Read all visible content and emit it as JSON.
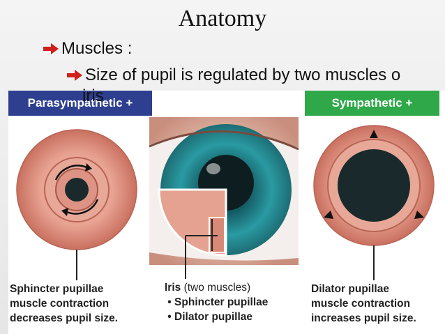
{
  "slide": {
    "title": "Anatomy",
    "bullet1": "Muscles :",
    "bullet2": "Size of pupil is regulated by two muscles o",
    "bullet2_wrap": "iris"
  },
  "figure": {
    "parasympathetic_label": "Parasympathetic +",
    "sympathetic_label": "Sympathetic +",
    "left_caption": [
      "Sphincter pupillae",
      "muscle contraction",
      "decreases pupil size."
    ],
    "center_caption_title": "Iris",
    "center_caption_title_rest": " (two muscles)",
    "center_caption_items": [
      "Sphincter pupillae",
      "Dilator pupillae"
    ],
    "right_caption": [
      "Dilator pupillae",
      "muscle contraction",
      "increases pupil size."
    ]
  },
  "colors": {
    "bullet_arrow": "#d0201c",
    "parasympathetic": "#2e3f8f",
    "sympathetic": "#2fa84a",
    "muscle": "#d98a7a",
    "iris": "#2a8a92",
    "pupil": "#1a2a2c"
  }
}
